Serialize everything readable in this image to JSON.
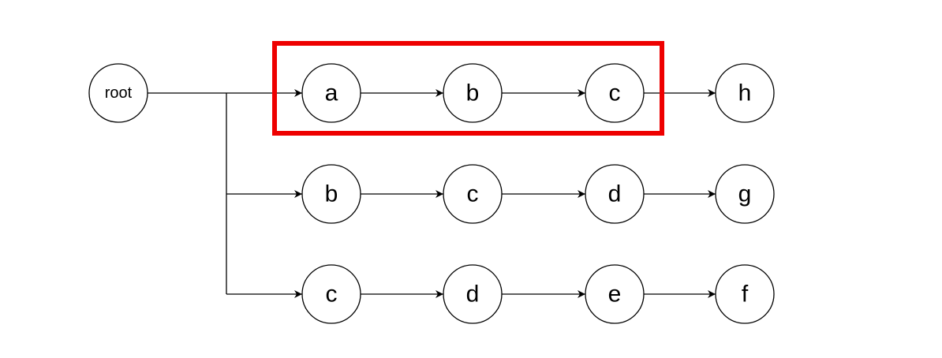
{
  "diagram": {
    "root": {
      "label": "root"
    },
    "rows": [
      {
        "nodes": [
          "a",
          "b",
          "c",
          "h"
        ],
        "highlighted": [
          0,
          1,
          2
        ]
      },
      {
        "nodes": [
          "b",
          "c",
          "d",
          "g"
        ]
      },
      {
        "nodes": [
          "c",
          "d",
          "e",
          "f"
        ]
      }
    ],
    "highlight_color": "#ee0000"
  }
}
